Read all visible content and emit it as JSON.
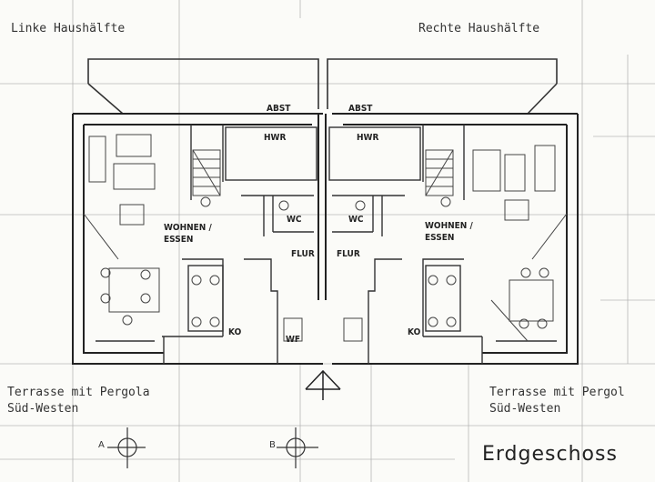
{
  "plan": {
    "left_half": "Linke Haushälfte",
    "right_half": "Rechte Haushälfte",
    "terrace_left_1": "Terrasse mit Pergola",
    "terrace_left_2": "Süd-Westen",
    "terrace_right_1": "Terrasse mit Pergol",
    "terrace_right_2": "Süd-Westen",
    "floor_title": "Erdgeschoss",
    "section_a": "A",
    "section_b": "B",
    "rooms": {
      "abst_left": "ABST",
      "abst_right": "ABST",
      "hwr_left": "HWR",
      "hwr_right": "HWR",
      "wc_left": "WC",
      "wc_right": "WC",
      "wohnen_left_1": "WOHNEN /",
      "wohnen_left_2": "ESSEN",
      "wohnen_right_1": "WOHNEN /",
      "wohnen_right_2": "ESSEN",
      "flur_left": "FLUR",
      "flur_right": "FLUR",
      "ko_left": "KO",
      "ko_right": "KO",
      "wf": "WF"
    }
  }
}
